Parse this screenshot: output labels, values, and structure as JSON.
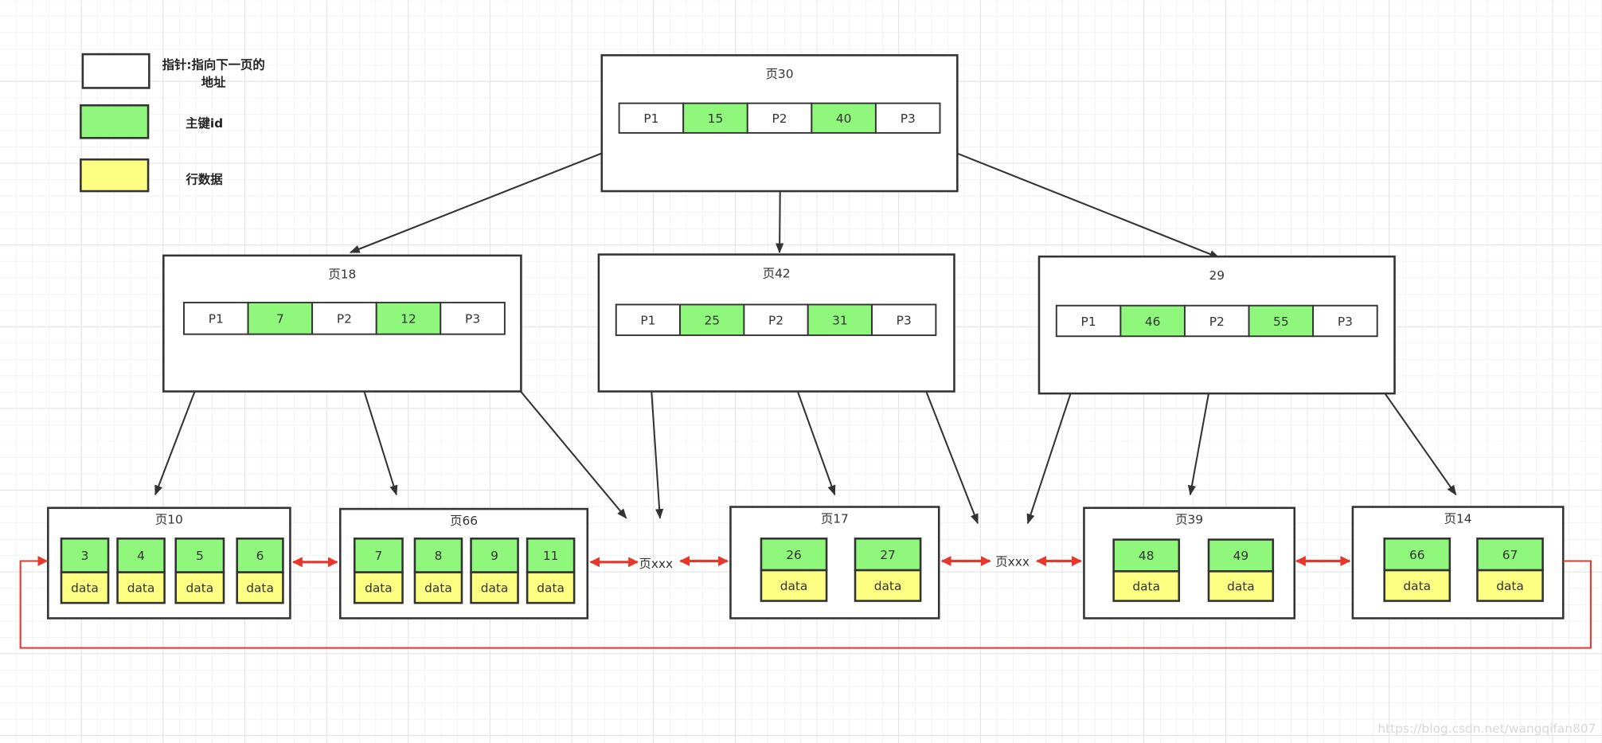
{
  "legend": {
    "pointer_line1": "指针:指向下一页的",
    "pointer_line2": "地址",
    "primary_key": "主键id",
    "row_data": "行数据"
  },
  "colors": {
    "key": "#8ff77b",
    "data": "#fdff82",
    "border": "#333333",
    "link": "#e8362b"
  },
  "root": {
    "title": "页30",
    "cells": [
      "P1",
      "15",
      "P2",
      "40",
      "P3"
    ]
  },
  "internal": [
    {
      "title": "页18",
      "cells": [
        "P1",
        "7",
        "P2",
        "12",
        "P3"
      ]
    },
    {
      "title": "页42",
      "cells": [
        "P1",
        "25",
        "P2",
        "31",
        "P3"
      ]
    },
    {
      "title": "29",
      "cells": [
        "P1",
        "46",
        "P2",
        "55",
        "P3"
      ]
    }
  ],
  "leaves": [
    {
      "title": "页10",
      "keys": [
        "3",
        "4",
        "5",
        "6"
      ]
    },
    {
      "title": "页66",
      "keys": [
        "7",
        "8",
        "9",
        "11"
      ]
    },
    {
      "title": "页17",
      "keys": [
        "26",
        "27"
      ]
    },
    {
      "title": "页39",
      "keys": [
        "48",
        "49"
      ]
    },
    {
      "title": "页14",
      "keys": [
        "66",
        "67"
      ]
    }
  ],
  "data_label": "data",
  "placeholders": [
    "页xxx",
    "页xxx"
  ],
  "watermark": "https://blog.csdn.net/wangqifan807"
}
